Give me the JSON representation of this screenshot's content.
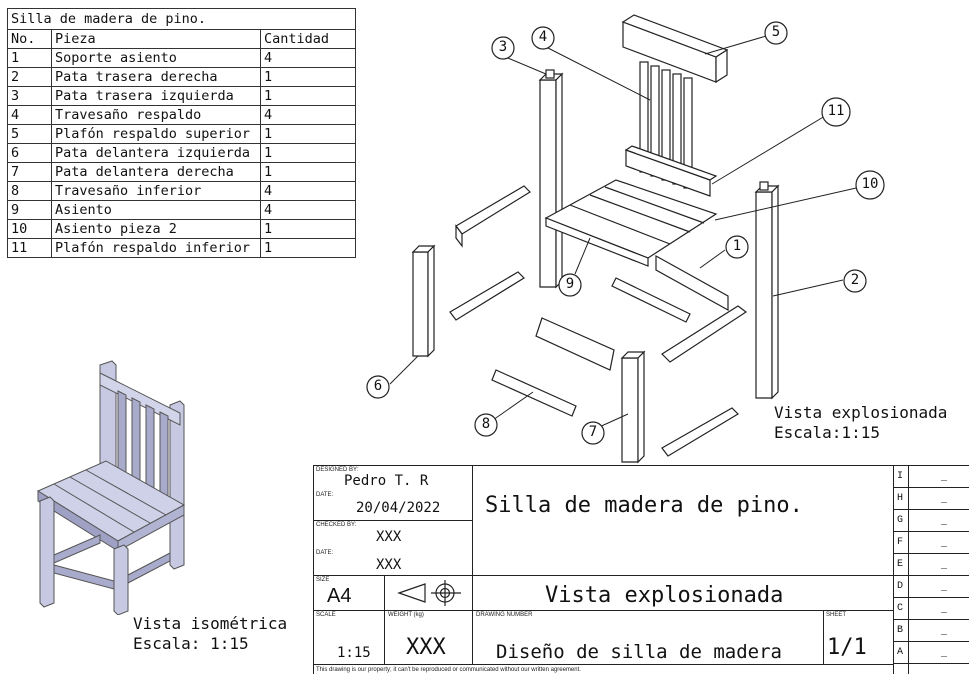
{
  "parts_table": {
    "title": "Silla de madera de pino.",
    "headers": [
      "No.",
      "Pieza",
      "Cantidad"
    ],
    "rows": [
      {
        "no": "1",
        "pieza": "Soporte asiento",
        "cantidad": "4"
      },
      {
        "no": "2",
        "pieza": "Pata trasera derecha",
        "cantidad": "1"
      },
      {
        "no": "3",
        "pieza": "Pata trasera izquierda",
        "cantidad": "1"
      },
      {
        "no": "4",
        "pieza": "Travesaño respaldo",
        "cantidad": "4"
      },
      {
        "no": "5",
        "pieza": "Plafón respaldo superior",
        "cantidad": "1"
      },
      {
        "no": "6",
        "pieza": "Pata delantera izquierda",
        "cantidad": "1"
      },
      {
        "no": "7",
        "pieza": "Pata delantera derecha",
        "cantidad": "1"
      },
      {
        "no": "8",
        "pieza": "Travesaño inferior",
        "cantidad": "4"
      },
      {
        "no": "9",
        "pieza": "Asiento",
        "cantidad": "4"
      },
      {
        "no": "10",
        "pieza": "Asiento pieza 2",
        "cantidad": "1"
      },
      {
        "no": "11",
        "pieza": "Plafón respaldo inferior",
        "cantidad": "1"
      }
    ]
  },
  "balloons": [
    "1",
    "2",
    "3",
    "4",
    "5",
    "6",
    "7",
    "8",
    "9",
    "10",
    "11"
  ],
  "exploded_caption": {
    "line1": "Vista explosionada",
    "line2": "Escala:1:15"
  },
  "iso_caption": {
    "line1": "Vista isométrica",
    "line2": "Escala:  1:15"
  },
  "title_block": {
    "designed_by_label": "DESIGNED BY:",
    "designed_by": "Pedro T. R",
    "date_label": "DATE:",
    "date": "20/04/2022",
    "checked_by_label": "CHECKED BY:",
    "checked_by": "XXX",
    "date2_label": "DATE:",
    "date2": "XXX",
    "size_label": "SIZE",
    "size": "A4",
    "scale_label": "SCALE",
    "scale": "1:15",
    "weight_label": "WEIGHT (kg)",
    "weight": "XXX",
    "drawing_number_label": "DRAWING NUMBER",
    "drawing_title": "Silla de madera de pino.",
    "view_title": "Vista explosionada",
    "drawing_number": "Diseño de silla de madera",
    "sheet_label": "SHEET",
    "sheet": "1/1",
    "disclaimer": "This drawing is our property; it can't be reproduced or communicated without our written agreement."
  },
  "revision_zones": [
    "I",
    "H",
    "G",
    "F",
    "E",
    "D",
    "C",
    "B",
    "A"
  ],
  "revision_value": "_"
}
